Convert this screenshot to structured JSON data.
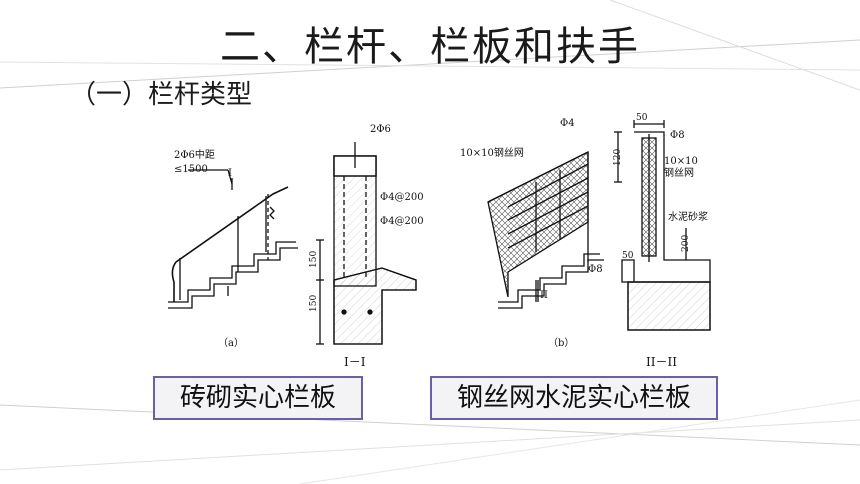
{
  "slide": {
    "title": "二、栏杆、栏板和扶手",
    "subtitle": "（一）栏杆类型"
  },
  "figure": {
    "left": {
      "annot_bar": "2Φ6中距",
      "annot_spacing": "≤1500",
      "marker": "I",
      "caption": "（a）",
      "section": {
        "top_rebar": "2Φ6",
        "rebar1": "Φ4@200",
        "rebar2": "Φ4@200",
        "dim1": "150",
        "dim2": "150",
        "label": "I－I"
      }
    },
    "right": {
      "mesh_label": "10×10钢丝网",
      "rod_label": "Φ4",
      "bar_label": "Φ8",
      "marker": "II",
      "caption": "（b）",
      "section": {
        "dim_width": "50",
        "rebar": "Φ8",
        "mesh1": "10×10",
        "mesh2": "钢丝网",
        "dim_height": "120",
        "mortar": "水泥砂浆",
        "dim_left": "50",
        "dim_200": "200",
        "label": "II－II"
      }
    }
  },
  "labels": {
    "brick": "砖砌实心栏板",
    "mesh": "钢丝网水泥实心栏板"
  },
  "colors": {
    "accent_border": "#6b5fa6",
    "label_bg": "#f3f3f6",
    "deco_line": "#d0d0d0"
  }
}
